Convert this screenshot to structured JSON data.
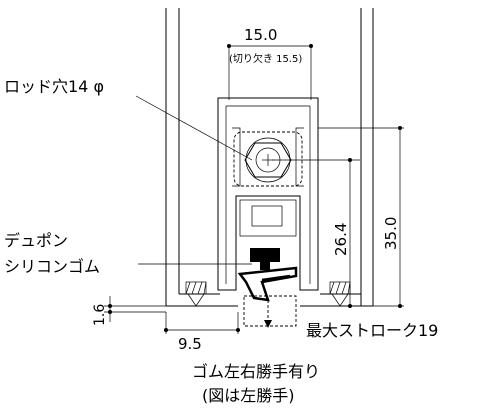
{
  "dimensions": {
    "width_top": "15.0",
    "notch_note": "(切り欠き 15.5)",
    "height_26": "26.4",
    "height_35": "35.0",
    "gap_1_6": "1.6",
    "offset_9_5": "9.5"
  },
  "callouts": {
    "rod_hole": "ロッド穴14 φ",
    "material_1": "デュポン",
    "material_2": "シリコンゴム",
    "stroke": "最大ストローク19"
  },
  "notes": {
    "line1": "ゴム左右勝手有り",
    "line2": "(図は左勝手)"
  }
}
